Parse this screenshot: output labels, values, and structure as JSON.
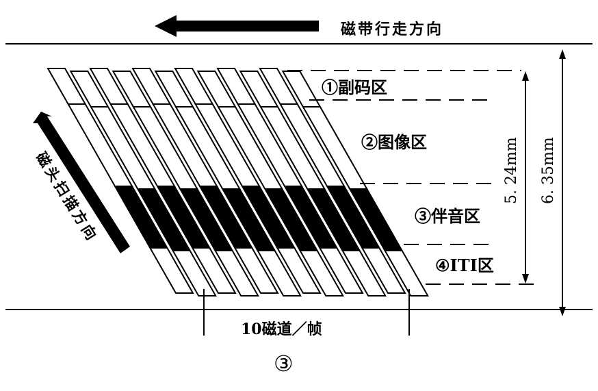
{
  "tape_direction_label": "磁带行走方向",
  "head_scan_label": "磁头扫描方向",
  "zones": {
    "subcode": "①副码区",
    "video": "②图像区",
    "audio": "③伴音区",
    "iti": "④ITI区"
  },
  "dimensions": {
    "inner": "5. 24mm",
    "outer": "6. 35mm"
  },
  "tracks_per_frame_label": "10磁道／帧",
  "figure_number": "③",
  "track_count": 12,
  "colors": {
    "ink": "#000000",
    "paper": "#ffffff"
  }
}
